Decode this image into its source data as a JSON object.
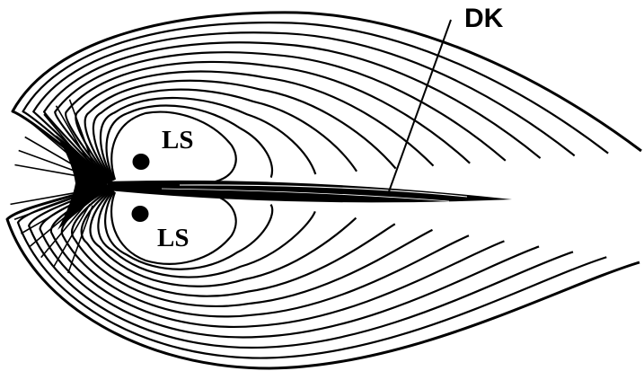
{
  "labels": {
    "ls_upper": "LS",
    "ls_lower": "LS",
    "dk": "DK"
  },
  "colors": {
    "line": "#000000",
    "background": "#ffffff"
  }
}
